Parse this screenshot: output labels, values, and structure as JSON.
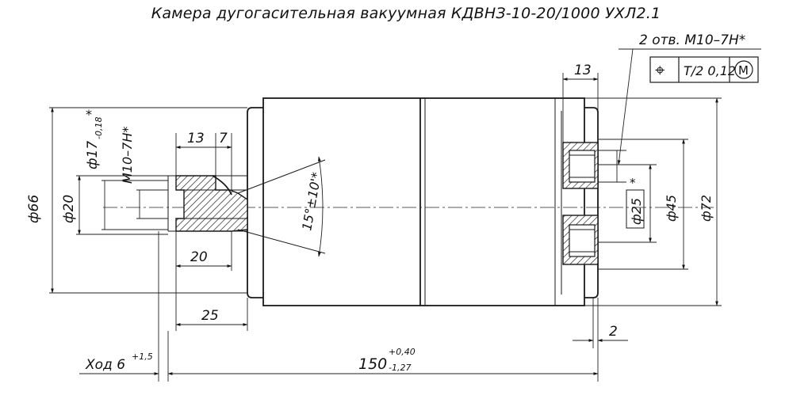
{
  "title": "Камера дугогасительная вакуумная КДВНЗ-10-20/1000 УХЛ2.1",
  "labels": {
    "holes_note": "2 отв. М10–7Н*",
    "tol_symbol": "⌖",
    "tol_value": "Т/2 0,12",
    "tol_modifier": "М",
    "dia66": "ф66",
    "dia20": "ф20",
    "dia17": "ф17",
    "dia17_tol": "-0,18",
    "dia17_star": "*",
    "thread_left": "М10–7Н*",
    "dim13_left": "13",
    "dim7": "7",
    "angle": "15°±10'*",
    "dim20": "20",
    "dim25": "25",
    "stroke": "Ход 6",
    "stroke_tol": "+1,5",
    "overall": "150",
    "overall_tol_upper": "+0,40",
    "overall_tol_lower": "-1,27",
    "dim13_right": "13",
    "dia25": "ф25",
    "dia25_star": "*",
    "dia45": "ф45",
    "dia72": "ф72",
    "dim2": "2"
  }
}
